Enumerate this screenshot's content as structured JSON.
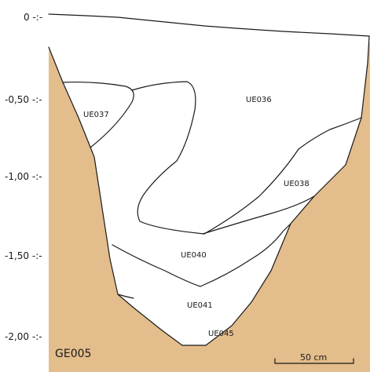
{
  "depth_labels": [
    "0 -:-",
    "-0,50 -:-",
    "-1,00 -:-",
    "-1,50 -:-",
    "-2,00 -:-"
  ],
  "units": {
    "ue036": "UE036",
    "ue037": "UE037",
    "ue038": "UE038",
    "ue040": "UE040",
    "ue041": "UE041",
    "ue045": "UE045"
  },
  "feature_id": "GE005",
  "scale_bar": {
    "label": "50 cm",
    "length_cm": 50
  },
  "colors": {
    "natural_soil": "#e3bd8c",
    "fill": "#ffffff",
    "line": "#1a1a1a"
  }
}
